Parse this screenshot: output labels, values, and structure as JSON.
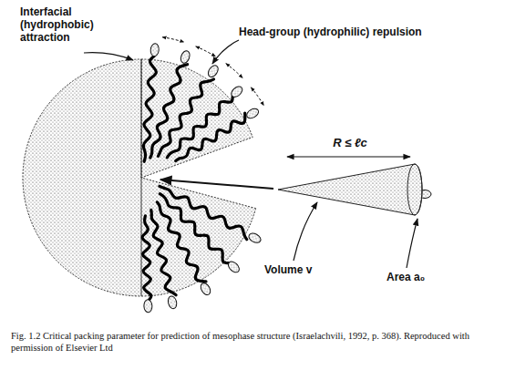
{
  "diagram": {
    "caption": "Fig. 1.2  Critical packing parameter for prediction of mesophase structure (Israelachvili, 1992, p. 368). Reproduced with permission of Elsevier Ltd",
    "labels": [
      "Interfacial (hydrophobic) attraction",
      "Head-group (hydrophilic) repulsion",
      "R ≤ ℓc",
      "Volume v",
      "Area a₀"
    ]
  }
}
